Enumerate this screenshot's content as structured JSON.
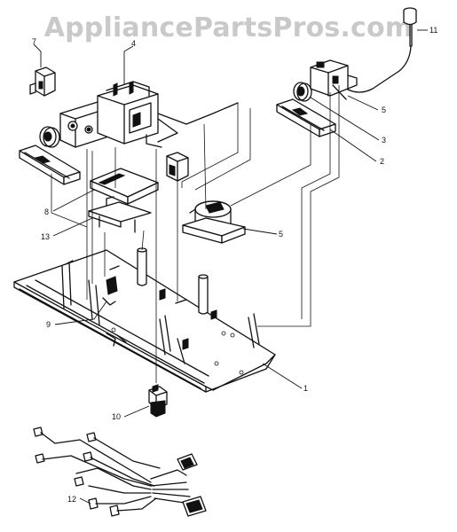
{
  "watermark": "AppliancePartsPros.com",
  "diagram": {
    "callouts": [
      {
        "id": "c1",
        "label": "1"
      },
      {
        "id": "c2",
        "label": "2"
      },
      {
        "id": "c3",
        "label": "3"
      },
      {
        "id": "c4",
        "label": "4"
      },
      {
        "id": "c5a",
        "label": "5"
      },
      {
        "id": "c5b",
        "label": "5"
      },
      {
        "id": "c7",
        "label": "7"
      },
      {
        "id": "c8",
        "label": "8"
      },
      {
        "id": "c9",
        "label": "9"
      },
      {
        "id": "c10",
        "label": "10"
      },
      {
        "id": "c11",
        "label": "11"
      },
      {
        "id": "c12",
        "label": "12"
      },
      {
        "id": "c13",
        "label": "13"
      }
    ]
  }
}
